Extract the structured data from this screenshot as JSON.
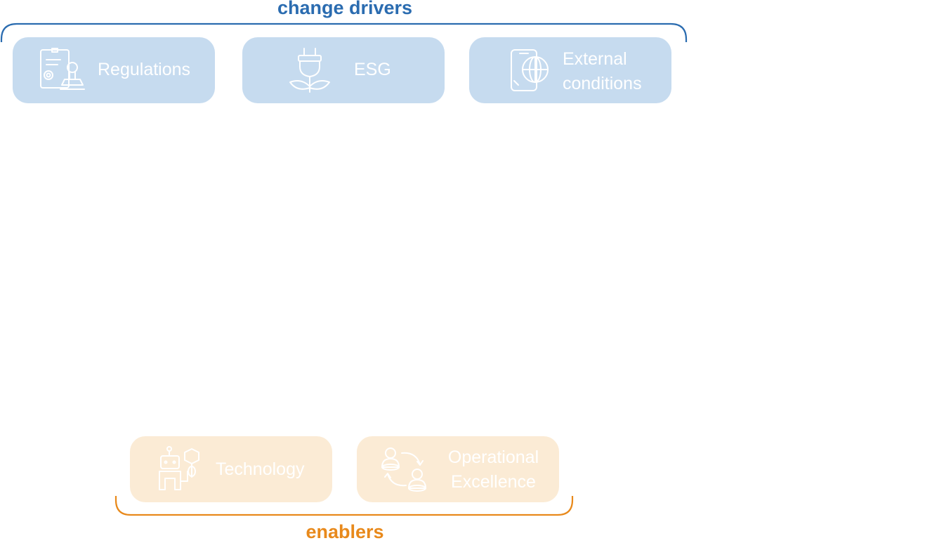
{
  "drivers": {
    "title": "change drivers",
    "accent_color": "#2B6CB0",
    "card_color": "#C6DBEF",
    "items": [
      {
        "label": "Regulations",
        "icon": "document-stamp-icon"
      },
      {
        "label": "ESG",
        "icon": "plug-plant-icon"
      },
      {
        "label_line1": "External",
        "label_line2": "conditions",
        "icon": "phone-globe-icon"
      }
    ]
  },
  "enablers": {
    "title": "enablers",
    "accent_color": "#E8891B",
    "card_color": "#FBEBD5",
    "items": [
      {
        "label": "Technology",
        "icon": "robot-icon"
      },
      {
        "label_line1": "Operational",
        "label_line2": "Excellence",
        "icon": "people-cycle-icon"
      }
    ]
  }
}
